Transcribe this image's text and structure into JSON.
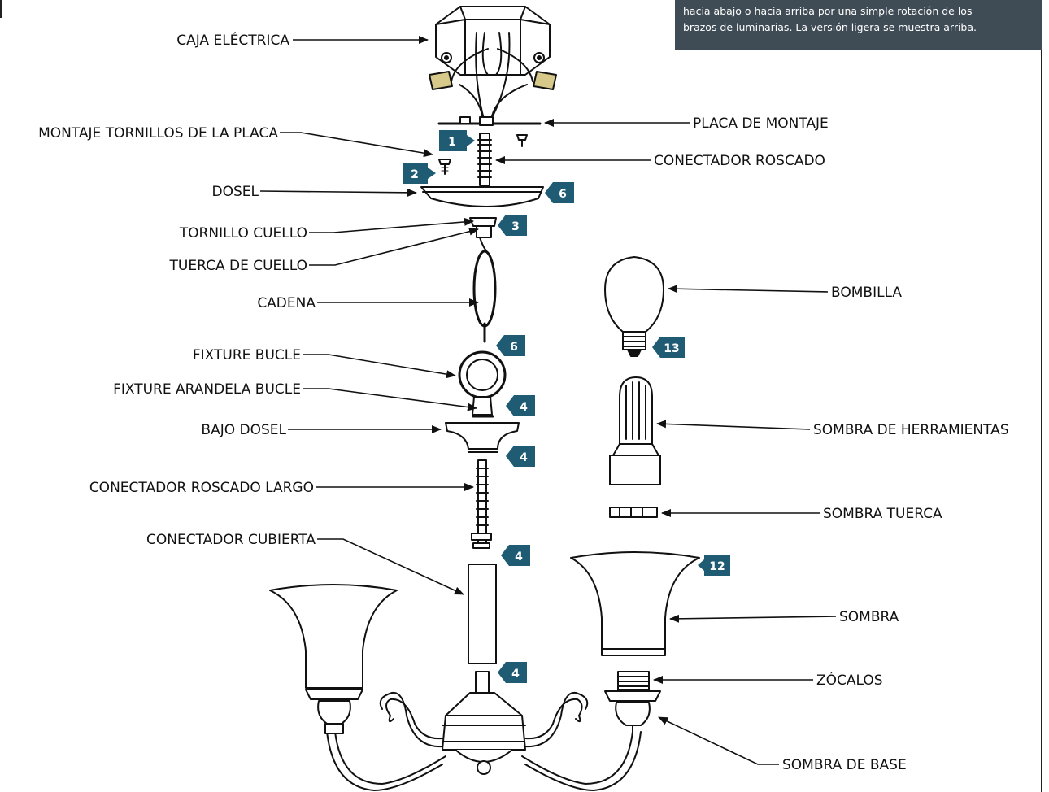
{
  "note": {
    "line1": "hacia abajo o hacia arriba por una simple rotación de los",
    "line2": "brazos de luminarias. La versión ligera se muestra arriba."
  },
  "labels": {
    "caja_electrica": "CAJA ELÉCTRICA",
    "placa_de_montaje": "PLACA DE MONTAJE",
    "montaje_tornillos": "MONTAJE TORNILLOS DE LA PLACA",
    "conectador_roscado": "CONECTADOR ROSCADO",
    "dosel": "DOSEL",
    "tornillo_cuello": "TORNILLO CUELLO",
    "tuerca_de_cuello": "TUERCA DE CUELLO",
    "cadena": "CADENA",
    "bombilla": "BOMBILLA",
    "fixture_bucle": "FIXTURE BUCLE",
    "fixture_arandela_bucle": "FIXTURE ARANDELA BUCLE",
    "bajo_dosel": "BAJO DOSEL",
    "sombra_de_herramientas": "SOMBRA DE HERRAMIENTAS",
    "conectador_roscado_largo": "CONECTADOR ROSCADO LARGO",
    "sombra_tuerca": "SOMBRA TUERCA",
    "conectador_cubierta": "CONECTADOR CUBIERTA",
    "sombra": "SOMBRA",
    "zocalos": "ZÓCALOS",
    "sombra_de_base": "SOMBRA DE BASE"
  },
  "steps": {
    "s1": "1",
    "s2": "2",
    "s3": "3",
    "s4a": "4",
    "s4b": "4",
    "s4c": "4",
    "s4d": "4",
    "s6a": "6",
    "s6b": "6",
    "s12": "12",
    "s13": "13"
  },
  "colors": {
    "badge": "#1f5b73",
    "note_bg": "#3f4b55",
    "line": "#111111"
  }
}
